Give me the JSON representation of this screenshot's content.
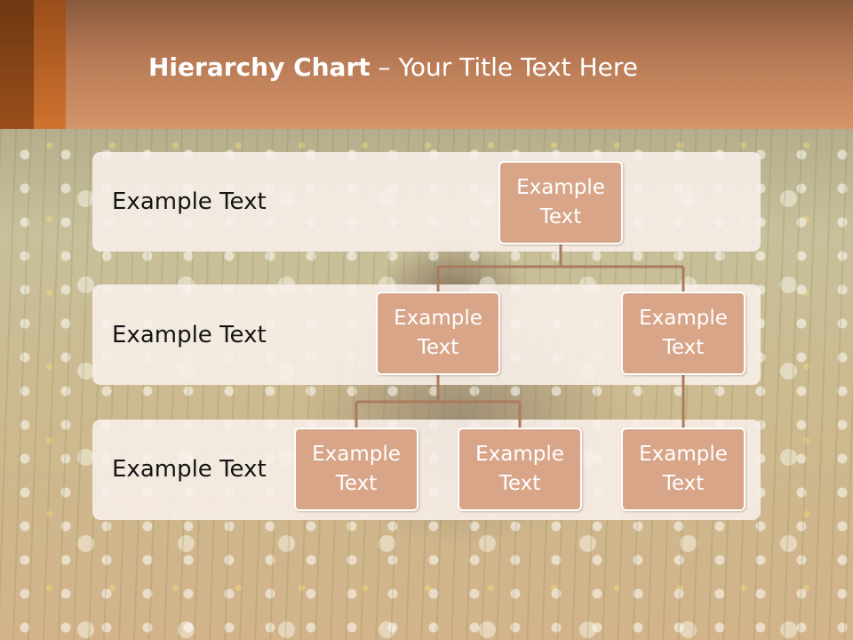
{
  "slide": {
    "title_bold": "Hierarchy Chart",
    "title_separator": " – ",
    "title_rest": "Your Title Text Here"
  },
  "levels": [
    {
      "label": "Example Text"
    },
    {
      "label": "Example Text"
    },
    {
      "label": "Example Text"
    }
  ],
  "nodes": {
    "root": "Example Text",
    "level2_left": "Example Text",
    "level2_right": "Example Text",
    "level3_a": "Example Text",
    "level3_b": "Example Text",
    "level3_c": "Example Text"
  },
  "colors": {
    "node_fill": "#d8a589",
    "connector": "#a97c5d",
    "header_accent": "#cf7330"
  }
}
